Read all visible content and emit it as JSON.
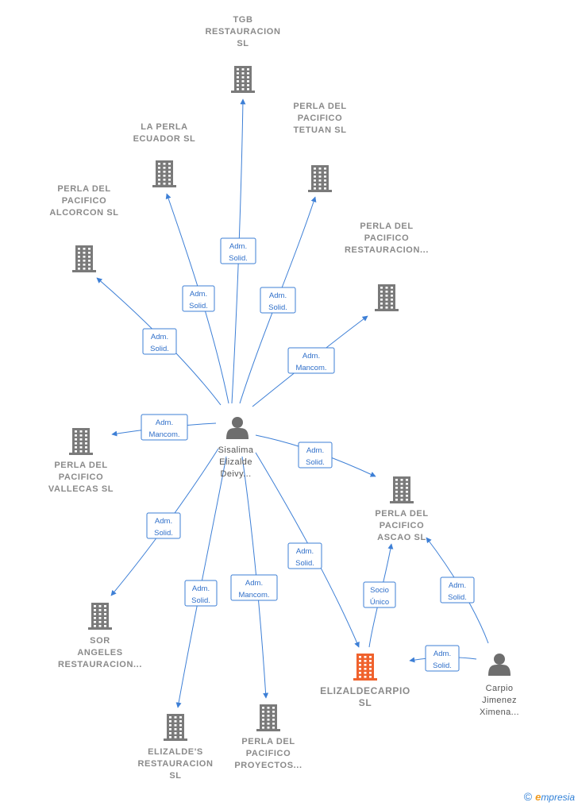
{
  "colors": {
    "building": "#7a7a7a",
    "building_focus": "#f0622d",
    "person": "#6e6e6e",
    "edge": "#3d7fd6",
    "label": "#8a8a8a"
  },
  "companies": [
    {
      "id": "tgb",
      "lines": [
        "TGB",
        "RESTAURACION",
        "SL"
      ]
    },
    {
      "id": "ecuador",
      "lines": [
        "LA PERLA",
        "ECUADOR  SL"
      ]
    },
    {
      "id": "tetuan",
      "lines": [
        "PERLA DEL",
        "PACIFICO",
        "TETUAN  SL"
      ]
    },
    {
      "id": "alcorcon",
      "lines": [
        "PERLA DEL",
        "PACIFICO",
        "ALCORCON  SL"
      ]
    },
    {
      "id": "restauracion",
      "lines": [
        "PERLA DEL",
        "PACIFICO",
        "RESTAURACION..."
      ]
    },
    {
      "id": "vallecas",
      "lines": [
        "PERLA DEL",
        "PACIFICO",
        "VALLECAS  SL"
      ]
    },
    {
      "id": "ascao",
      "lines": [
        "PERLA DEL",
        "PACIFICO",
        "ASCAO  SL"
      ]
    },
    {
      "id": "sor",
      "lines": [
        "SOR",
        "ANGELES",
        "RESTAURACION..."
      ]
    },
    {
      "id": "elizaldes",
      "lines": [
        "ELIZALDE'S",
        "RESTAURACION",
        "SL"
      ]
    },
    {
      "id": "proyectos",
      "lines": [
        "PERLA DEL",
        "PACIFICO",
        "PROYECTOS..."
      ]
    },
    {
      "id": "elizaldecarpio",
      "lines": [
        "ELIZALDECARPIO",
        "SL"
      ],
      "focus": true
    }
  ],
  "people": [
    {
      "id": "sisalima",
      "lines": [
        "Sisalima",
        "Elizalde",
        "Deivy..."
      ]
    },
    {
      "id": "carpio",
      "lines": [
        "Carpio",
        "Jimenez",
        "Ximena..."
      ]
    }
  ],
  "edges": [
    {
      "id": "e-tgb",
      "lines": [
        "Adm.",
        "Solid."
      ]
    },
    {
      "id": "e-ecuador",
      "lines": [
        "Adm.",
        "Solid."
      ]
    },
    {
      "id": "e-tetuan",
      "lines": [
        "Adm.",
        "Solid."
      ]
    },
    {
      "id": "e-alcorcon",
      "lines": [
        "Adm.",
        "Solid."
      ]
    },
    {
      "id": "e-restauracion",
      "lines": [
        "Adm.",
        "Mancom."
      ]
    },
    {
      "id": "e-vallecas",
      "lines": [
        "Adm.",
        "Mancom."
      ]
    },
    {
      "id": "e-ascao",
      "lines": [
        "Adm.",
        "Solid."
      ]
    },
    {
      "id": "e-sor",
      "lines": [
        "Adm.",
        "Solid."
      ]
    },
    {
      "id": "e-elizaldes",
      "lines": [
        "Adm.",
        "Solid."
      ]
    },
    {
      "id": "e-proyectos",
      "lines": [
        "Adm.",
        "Mancom."
      ]
    },
    {
      "id": "e-elizaldecarpio",
      "lines": [
        "Adm.",
        "Solid."
      ]
    },
    {
      "id": "e-socio",
      "lines": [
        "Socio",
        "Único"
      ]
    },
    {
      "id": "e-carpio-ascao",
      "lines": [
        "Adm.",
        "Solid."
      ]
    },
    {
      "id": "e-carpio-elizaldecarpio",
      "lines": [
        "Adm.",
        "Solid."
      ]
    }
  ],
  "footer": {
    "copyright": "©",
    "brand_initial": "e",
    "brand_rest": "mpresia"
  }
}
